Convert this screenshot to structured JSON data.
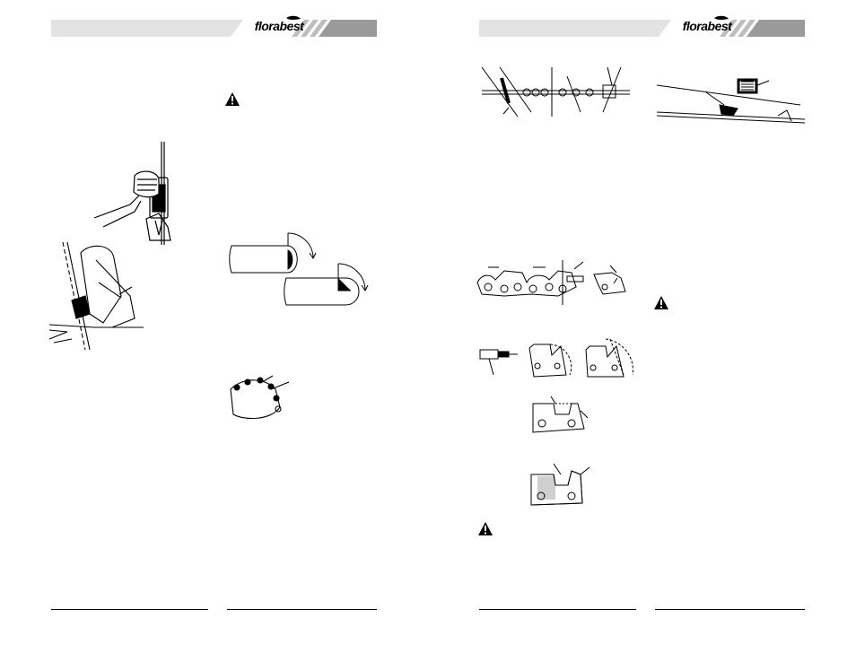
{
  "brand": {
    "logo_text": "florabest"
  },
  "pages": [
    {
      "id": "page-left"
    },
    {
      "id": "page-right"
    }
  ],
  "icons": {
    "warning": "warning-triangle-icon"
  },
  "colors": {
    "header_light": "#e3e3e3",
    "header_dark": "#9a9a9a",
    "ink": "#000000",
    "hatch": "#cfcfcf"
  }
}
